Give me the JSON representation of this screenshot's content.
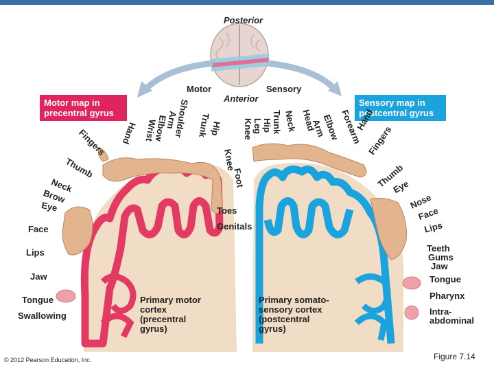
{
  "orientation": {
    "posterior": "Posterior",
    "anterior": "Anterior"
  },
  "arrows": {
    "motor": "Motor",
    "sensory": "Sensory"
  },
  "motor_map": {
    "title_line1": "Motor map in",
    "title_line2": "precentral gyrus",
    "color": "#e0245e",
    "labels": [
      "Toes",
      "Genitals",
      "Knee",
      "Foot",
      "Hip",
      "Trunk",
      "Shoulder",
      "Arm",
      "Elbow",
      "Wrist",
      "Hand",
      "Fingers",
      "Thumb",
      "Neck",
      "Brow",
      "Eye",
      "Face",
      "Lips",
      "Jaw",
      "Tongue",
      "Swallowing"
    ],
    "cortex_line1": "Primary motor",
    "cortex_line2": "cortex",
    "cortex_line3": "(precentral",
    "cortex_line4": "gyrus)"
  },
  "sensory_map": {
    "title_line1": "Sensory map in",
    "title_line2": "postcentral gyrus",
    "color": "#1aa3dd",
    "labels": [
      "Knee",
      "Leg",
      "Hip",
      "Trunk",
      "Neck",
      "Head",
      "Arm",
      "Elbow",
      "Forearm",
      "Hand",
      "Fingers",
      "Thumb",
      "Eye",
      "Nose",
      "Face",
      "Lips",
      "Teeth",
      "Gums",
      "Jaw",
      "Tongue",
      "Pharynx",
      "Intra-",
      "abdominal"
    ],
    "cortex_line1": "Primary somato-",
    "cortex_line2": "sensory cortex",
    "cortex_line3": "(postcentral",
    "cortex_line4": "gyrus)"
  },
  "footer": {
    "copyright": "© 2012 Pearson Education, Inc.",
    "figure": "Figure 7.14"
  }
}
